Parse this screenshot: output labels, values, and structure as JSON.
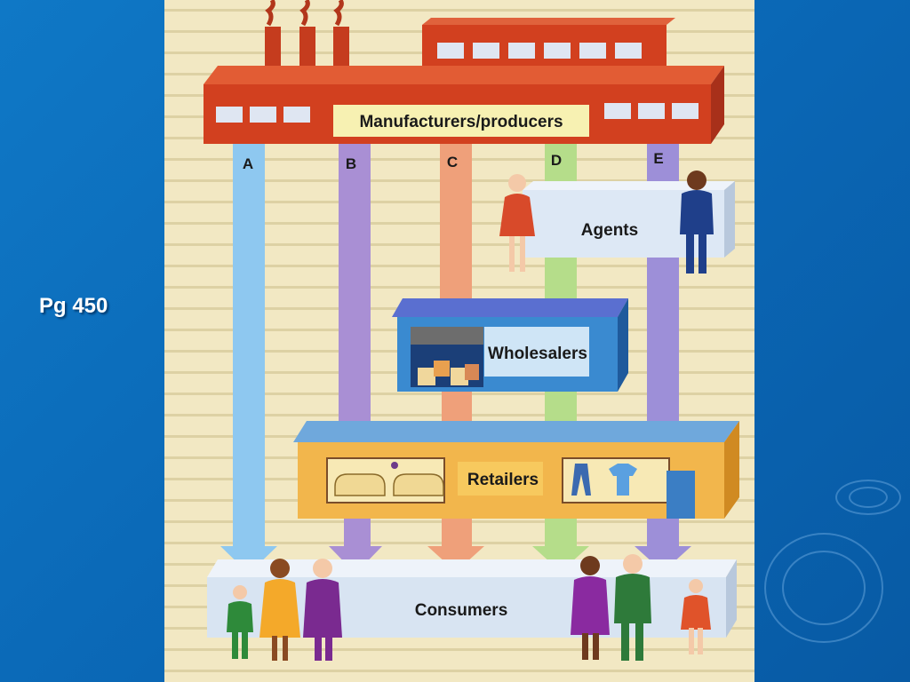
{
  "slide": {
    "page_ref": "Pg 450"
  },
  "diagram": {
    "manufacturers_label": "Manufacturers/producers",
    "agents_label": "Agents",
    "wholesalers_label": "Wholesalers",
    "retailers_label": "Retailers",
    "consumers_label": "Consumers",
    "channel_letters": [
      "A",
      "B",
      "C",
      "D",
      "E"
    ],
    "colors": {
      "factory": "#d2401f",
      "channel_a": "#8ec8f0",
      "channel_b": "#a98fd4",
      "channel_c": "#efa07a",
      "channel_d": "#b5dd8a",
      "channel_e": "#9d8fd8",
      "agents_box": "#dde8f5",
      "wholesalers_box": "#3a8ad0",
      "retailers_box": "#f2b64c",
      "consumers_box": "#d8e4f2"
    }
  }
}
